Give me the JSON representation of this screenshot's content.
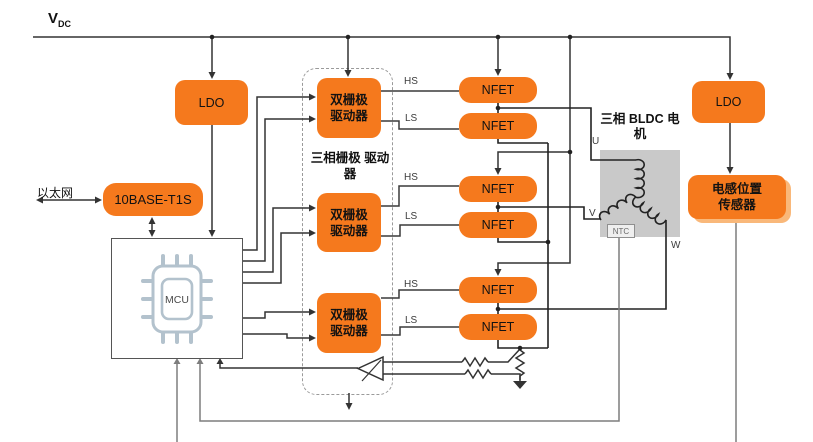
{
  "power": {
    "vdc_main": "V",
    "vdc_sub": "DC"
  },
  "ethernet": {
    "label": "以太网",
    "phy_block": "10BASE-T1S"
  },
  "blocks": {
    "ldo_left": "LDO",
    "ldo_right": "LDO",
    "mcu": "MCU",
    "sensor_line1": "电感位置",
    "sensor_line2": "传感器"
  },
  "gate_drivers": {
    "group_label_line1": "三相栅极",
    "group_label_line2": "驱动器",
    "driver_line1": "双栅极",
    "driver_line2": "驱动器",
    "hs": "HS",
    "ls": "LS"
  },
  "nfet": {
    "label": "NFET"
  },
  "motor": {
    "title_line1": "三相",
    "title_line2": "BLDC 电机",
    "phase_u": "U",
    "phase_v": "V",
    "phase_w": "W",
    "ntc": "NTC"
  },
  "colors": {
    "accent_orange": "#F5791D",
    "motor_gray": "#C9C9C9",
    "wire_dark": "#333333",
    "wire_gray": "#7d7d7d",
    "chip_icon": "#B3C2CD"
  }
}
